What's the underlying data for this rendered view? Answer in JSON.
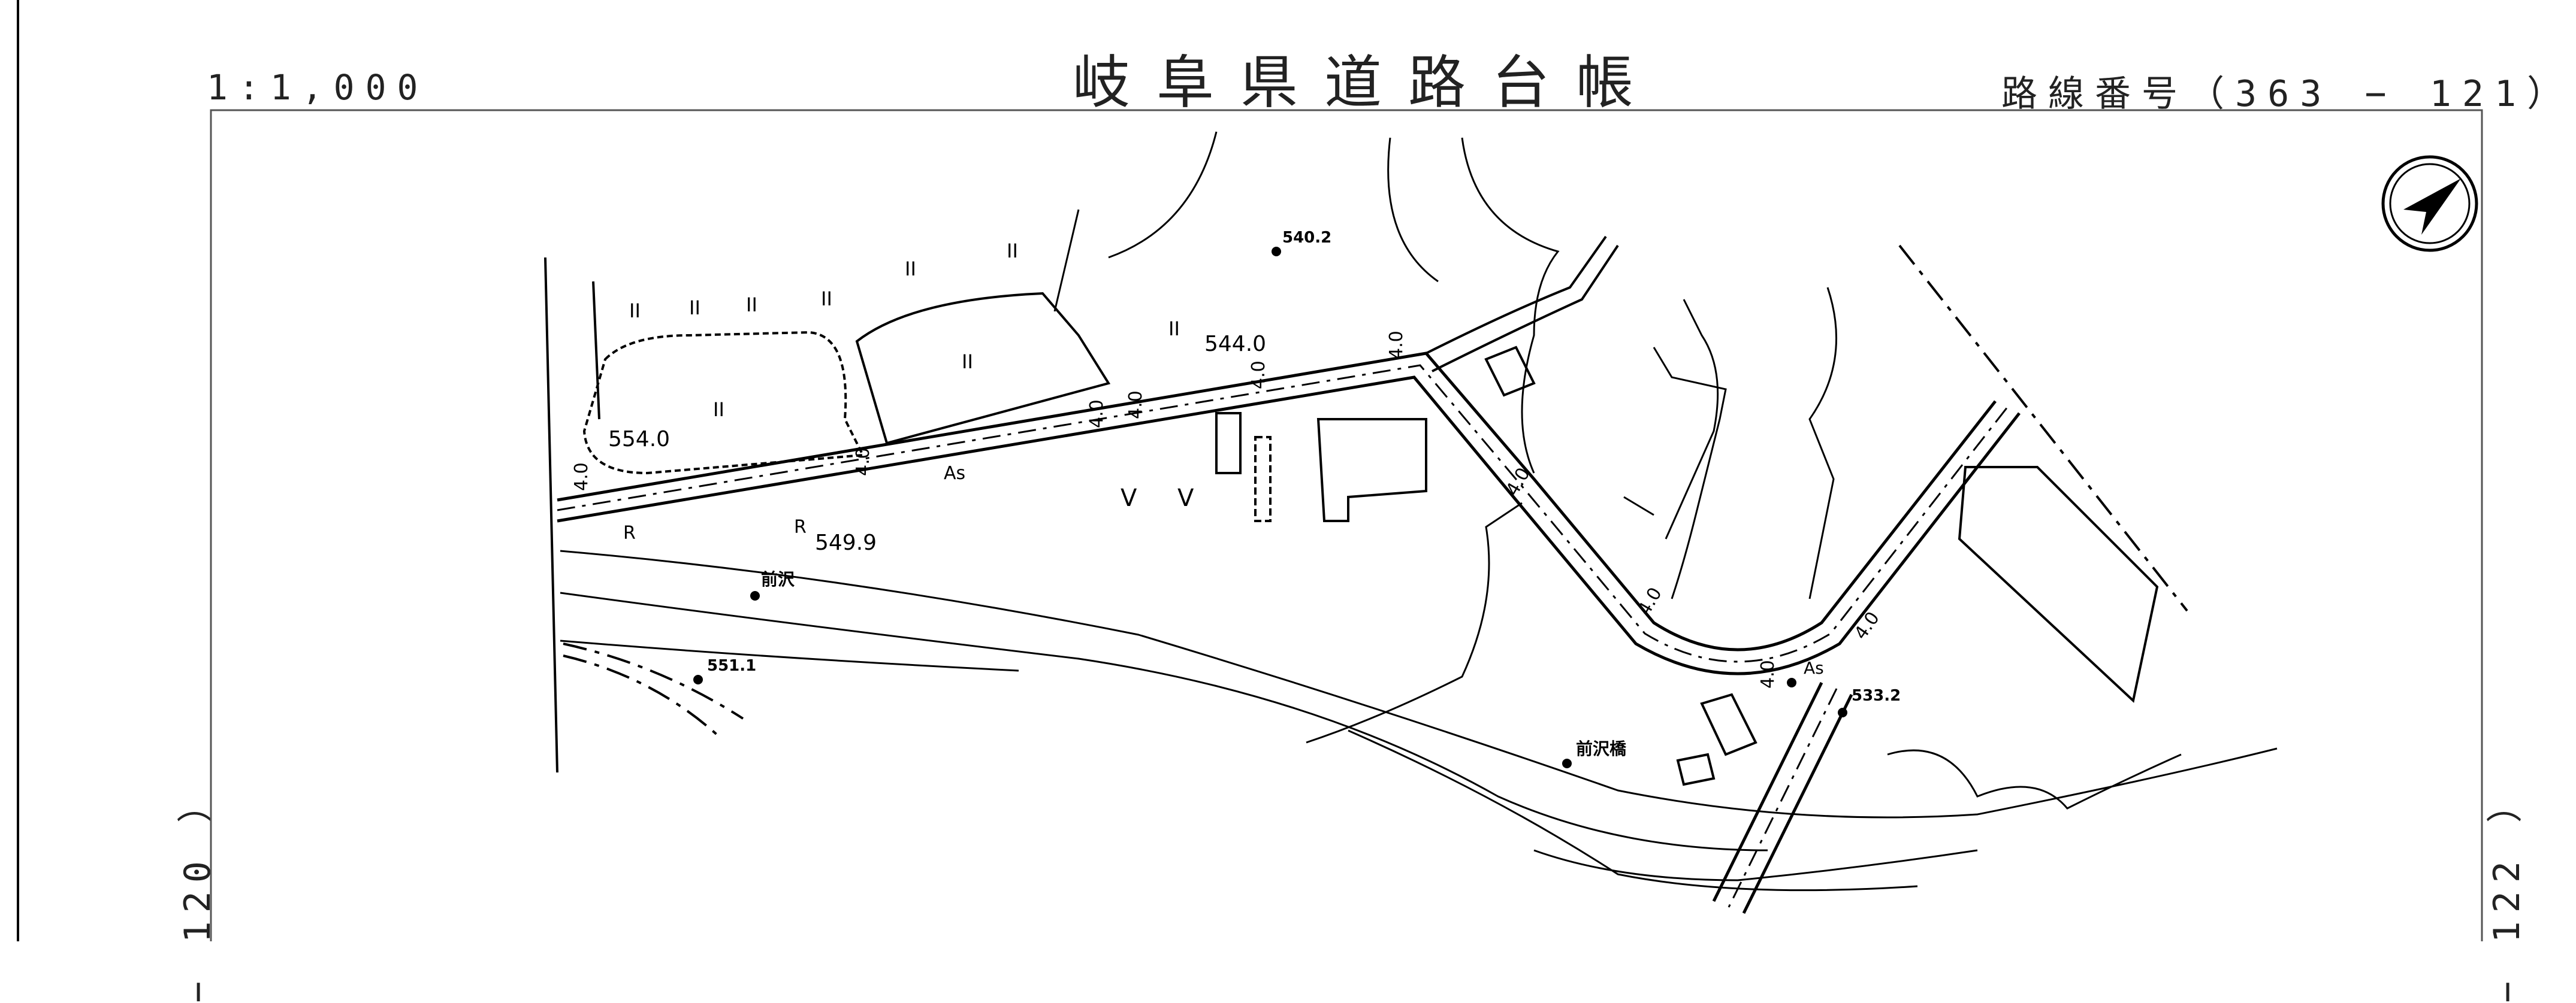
{
  "header": {
    "scale": "1:1,000",
    "title": "岐阜県道路台帳",
    "route": "路線番号（363 − 121）"
  },
  "sheet_links": {
    "left": "− 120 ）",
    "right": "− 122 ）"
  },
  "map_labels": {
    "elev_554": "554.0",
    "elev_549": "549.9",
    "elev_544": "544.0",
    "elev_540": "540.2",
    "elev_551": "551.1",
    "elev_533": "533.2",
    "place_maezawa": "前沢",
    "bridge_maezawa": "前沢橋",
    "surface_as_1": "As",
    "surface_as_2": "As",
    "marker_r_1": "R",
    "marker_r_2": "R",
    "width_1": "4.0",
    "width_2": "4.0",
    "width_3": "4.0",
    "width_4": "4.0",
    "width_5": "4.0",
    "width_6": "4.0",
    "width_7": "4.0",
    "width_8": "4.0",
    "width_9": "4.0",
    "width_10": "4.0",
    "paddy_mark": "II",
    "field_mark": "V"
  },
  "icons": {
    "north_arrow": "north-arrow-icon"
  }
}
